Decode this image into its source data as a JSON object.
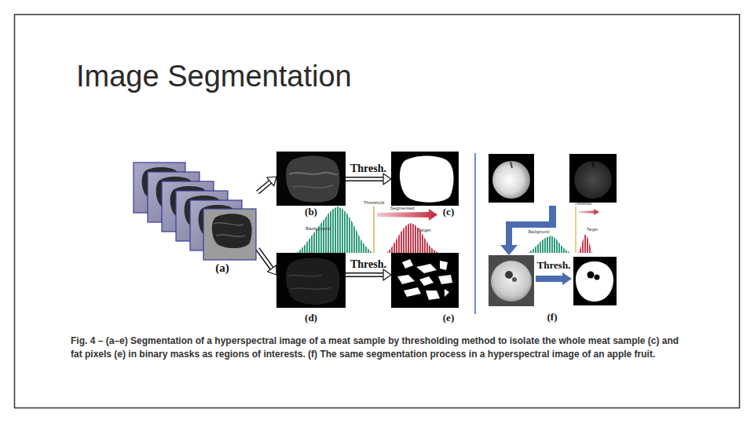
{
  "diagram": {
    "title": "Image Segmentation",
    "caption": "Fig. 4 – (a–e) Segmentation of a hyperspectral image of a meat sample by thresholding method to isolate the whole meat sample (c) and fat pixels (e) in binary masks as regions of interests. (f) The same segmentation process in a hyperspectral image of an apple fruit.",
    "nodes": [
      {
        "text": [
          "(a)"
        ]
      },
      {
        "text": [
          "(b)"
        ]
      },
      {
        "text": [
          "(c)"
        ]
      },
      {
        "text": [
          "(d)"
        ]
      },
      {
        "text": [
          "(e)"
        ]
      }
    ],
    "edges": [
      {
        "from": 0,
        "to": 1,
        "arrow": "to"
      },
      {
        "from": 0,
        "to": 3,
        "arrow": "to"
      },
      {
        "from": 1,
        "to": 2,
        "label": "Thresh.",
        "arrow": "to"
      },
      {
        "from": 3,
        "to": 4,
        "label": "Thresh.",
        "arrow": "to"
      }
    ],
    "labels": [
      "Threshold",
      "Background",
      "Target",
      "Segmented",
      "Threshold",
      "Background",
      "Target",
      "Thresh.",
      "(f)"
    ]
  }
}
